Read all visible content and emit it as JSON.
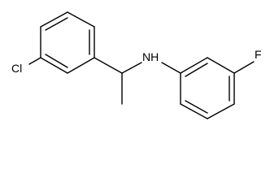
{
  "molecule": {
    "atoms": {
      "chlorine": "Cl",
      "nitrogen_h": "NH",
      "fluorine": "F"
    },
    "colors": {
      "bond": "#000000",
      "label": "#000000",
      "background": "#ffffff"
    }
  }
}
